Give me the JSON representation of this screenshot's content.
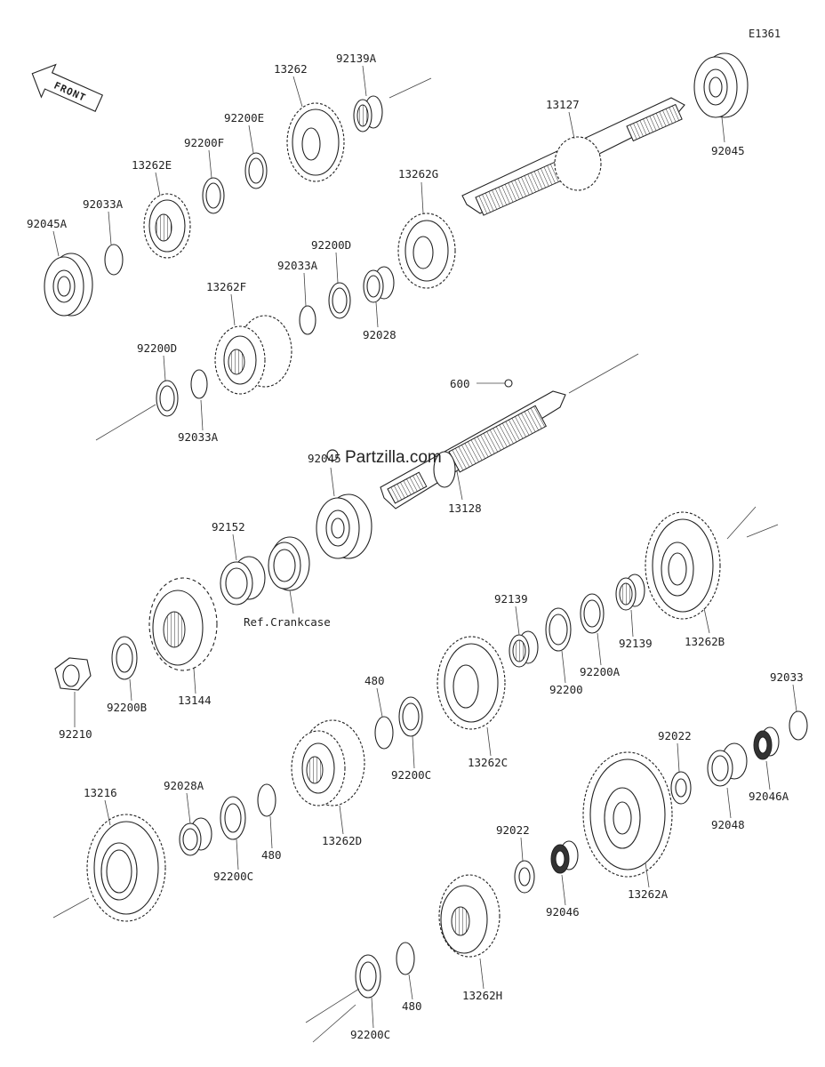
{
  "diagram_code": "E1361",
  "front_label": "FRONT",
  "watermark": "Partzilla.com",
  "parts": {
    "p13262": "13262",
    "p92139A": "92139A",
    "p92200E": "92200E",
    "p92200F": "92200F",
    "p13262E": "13262E",
    "p92033A_1": "92033A",
    "p92045A": "92045A",
    "p13127": "13127",
    "p92045": "92045",
    "p13262G": "13262G",
    "p92200D_1": "92200D",
    "p92033A_2": "92033A",
    "p92028": "92028",
    "p13262F": "13262F",
    "p92200D_2": "92200D",
    "p92033A_3": "92033A",
    "p600": "600",
    "p13128": "13128",
    "p92045B": "92045",
    "p92152": "92152",
    "ref_crankcase": "Ref.Crankcase",
    "p13262B": "13262B",
    "p92139_1": "92139",
    "p92139_2": "92139",
    "p92200A": "92200A",
    "p92200": "92200",
    "p13144": "13144",
    "p92200B": "92200B",
    "p92210": "92210",
    "p480_1": "480",
    "p92200C_1": "92200C",
    "p13262C": "13262C",
    "p92033": "92033",
    "p92022_1": "92022",
    "p92048": "92048",
    "p92046A": "92046A",
    "p13216": "13216",
    "p92028A": "92028A",
    "p92200C_2": "92200C",
    "p480_2": "480",
    "p13262D": "13262D",
    "p92022_2": "92022",
    "p92046": "92046",
    "p13262A": "13262A",
    "p13262H": "13262H",
    "p480_3": "480",
    "p92200C_3": "92200C"
  }
}
